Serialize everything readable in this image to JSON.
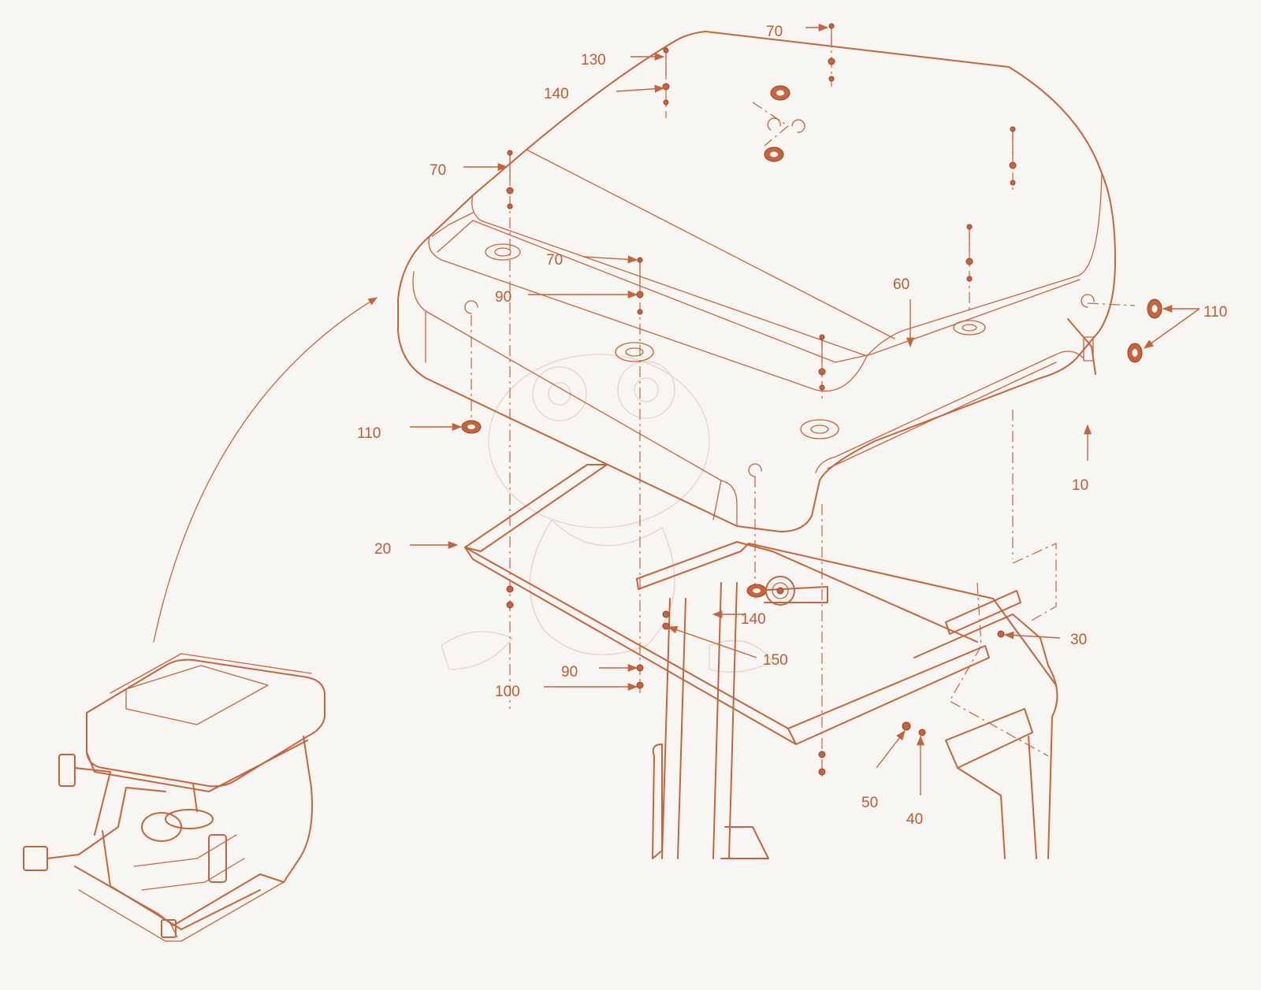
{
  "callouts": [
    {
      "id": "c70a",
      "text": "70"
    },
    {
      "id": "c130",
      "text": "130"
    },
    {
      "id": "c140a",
      "text": "140"
    },
    {
      "id": "c70b",
      "text": "70"
    },
    {
      "id": "c70c",
      "text": "70"
    },
    {
      "id": "c90a",
      "text": "90"
    },
    {
      "id": "c60",
      "text": "60"
    },
    {
      "id": "c110a",
      "text": "110"
    },
    {
      "id": "c110b",
      "text": "110"
    },
    {
      "id": "c10",
      "text": "10"
    },
    {
      "id": "c20",
      "text": "20"
    },
    {
      "id": "c140b",
      "text": "140"
    },
    {
      "id": "c30",
      "text": "30"
    },
    {
      "id": "c150",
      "text": "150"
    },
    {
      "id": "c90b",
      "text": "90"
    },
    {
      "id": "c100",
      "text": "100"
    },
    {
      "id": "c50",
      "text": "50"
    },
    {
      "id": "c40",
      "text": "40"
    }
  ],
  "colors": {
    "line": "#c8643c",
    "background": "#f8f6f2",
    "watermark": "#e8d2c4"
  }
}
